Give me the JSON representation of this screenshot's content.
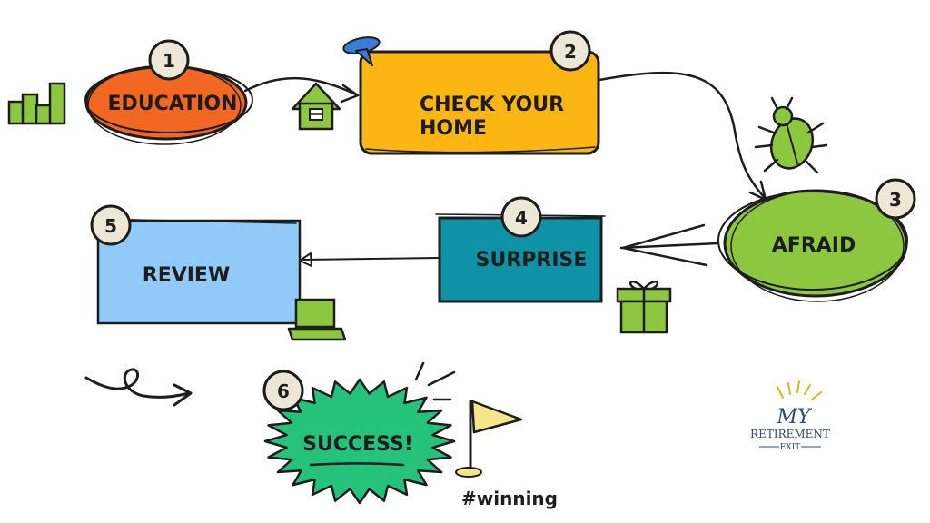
{
  "steps": [
    {
      "number": "1",
      "label": "EDUCATION",
      "color": "#f26722"
    },
    {
      "number": "2",
      "label_line1": "CHECK YOUR",
      "label_line2": "HOME",
      "color": "#fbb613"
    },
    {
      "number": "3",
      "label": "AFRAID",
      "color": "#8dc63f"
    },
    {
      "number": "4",
      "label": "SURPRISE",
      "color": "#0e93a6"
    },
    {
      "number": "5",
      "label": "REVIEW",
      "color": "#91c9f7"
    },
    {
      "number": "6",
      "label": "SUCCESS!",
      "color": "#24c27a"
    }
  ],
  "hashtag": "#winning",
  "logo": {
    "line1": "RETIREMENT",
    "line2": "EXIT",
    "monogram": "MY"
  },
  "colors": {
    "icon_green": "#8dc63f",
    "badge": "#efe7d6",
    "ink": "#1d1d1d",
    "flag": "#f6e48a"
  }
}
